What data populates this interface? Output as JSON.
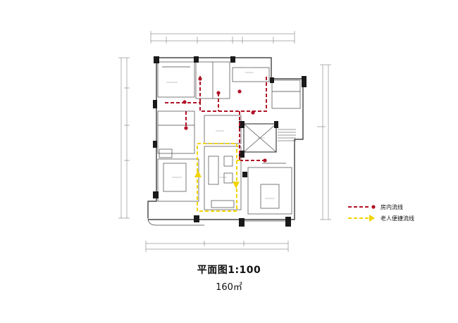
{
  "plan": {
    "title": "平面图1:100",
    "area": "160㎡"
  },
  "legend": {
    "red_label": "房内流线",
    "yellow_label": "老人便捷流线"
  },
  "colors": {
    "wall": "#1a1a1a",
    "line": "#555555",
    "red_route": "#b11226",
    "yellow_route": "#f2d400"
  }
}
